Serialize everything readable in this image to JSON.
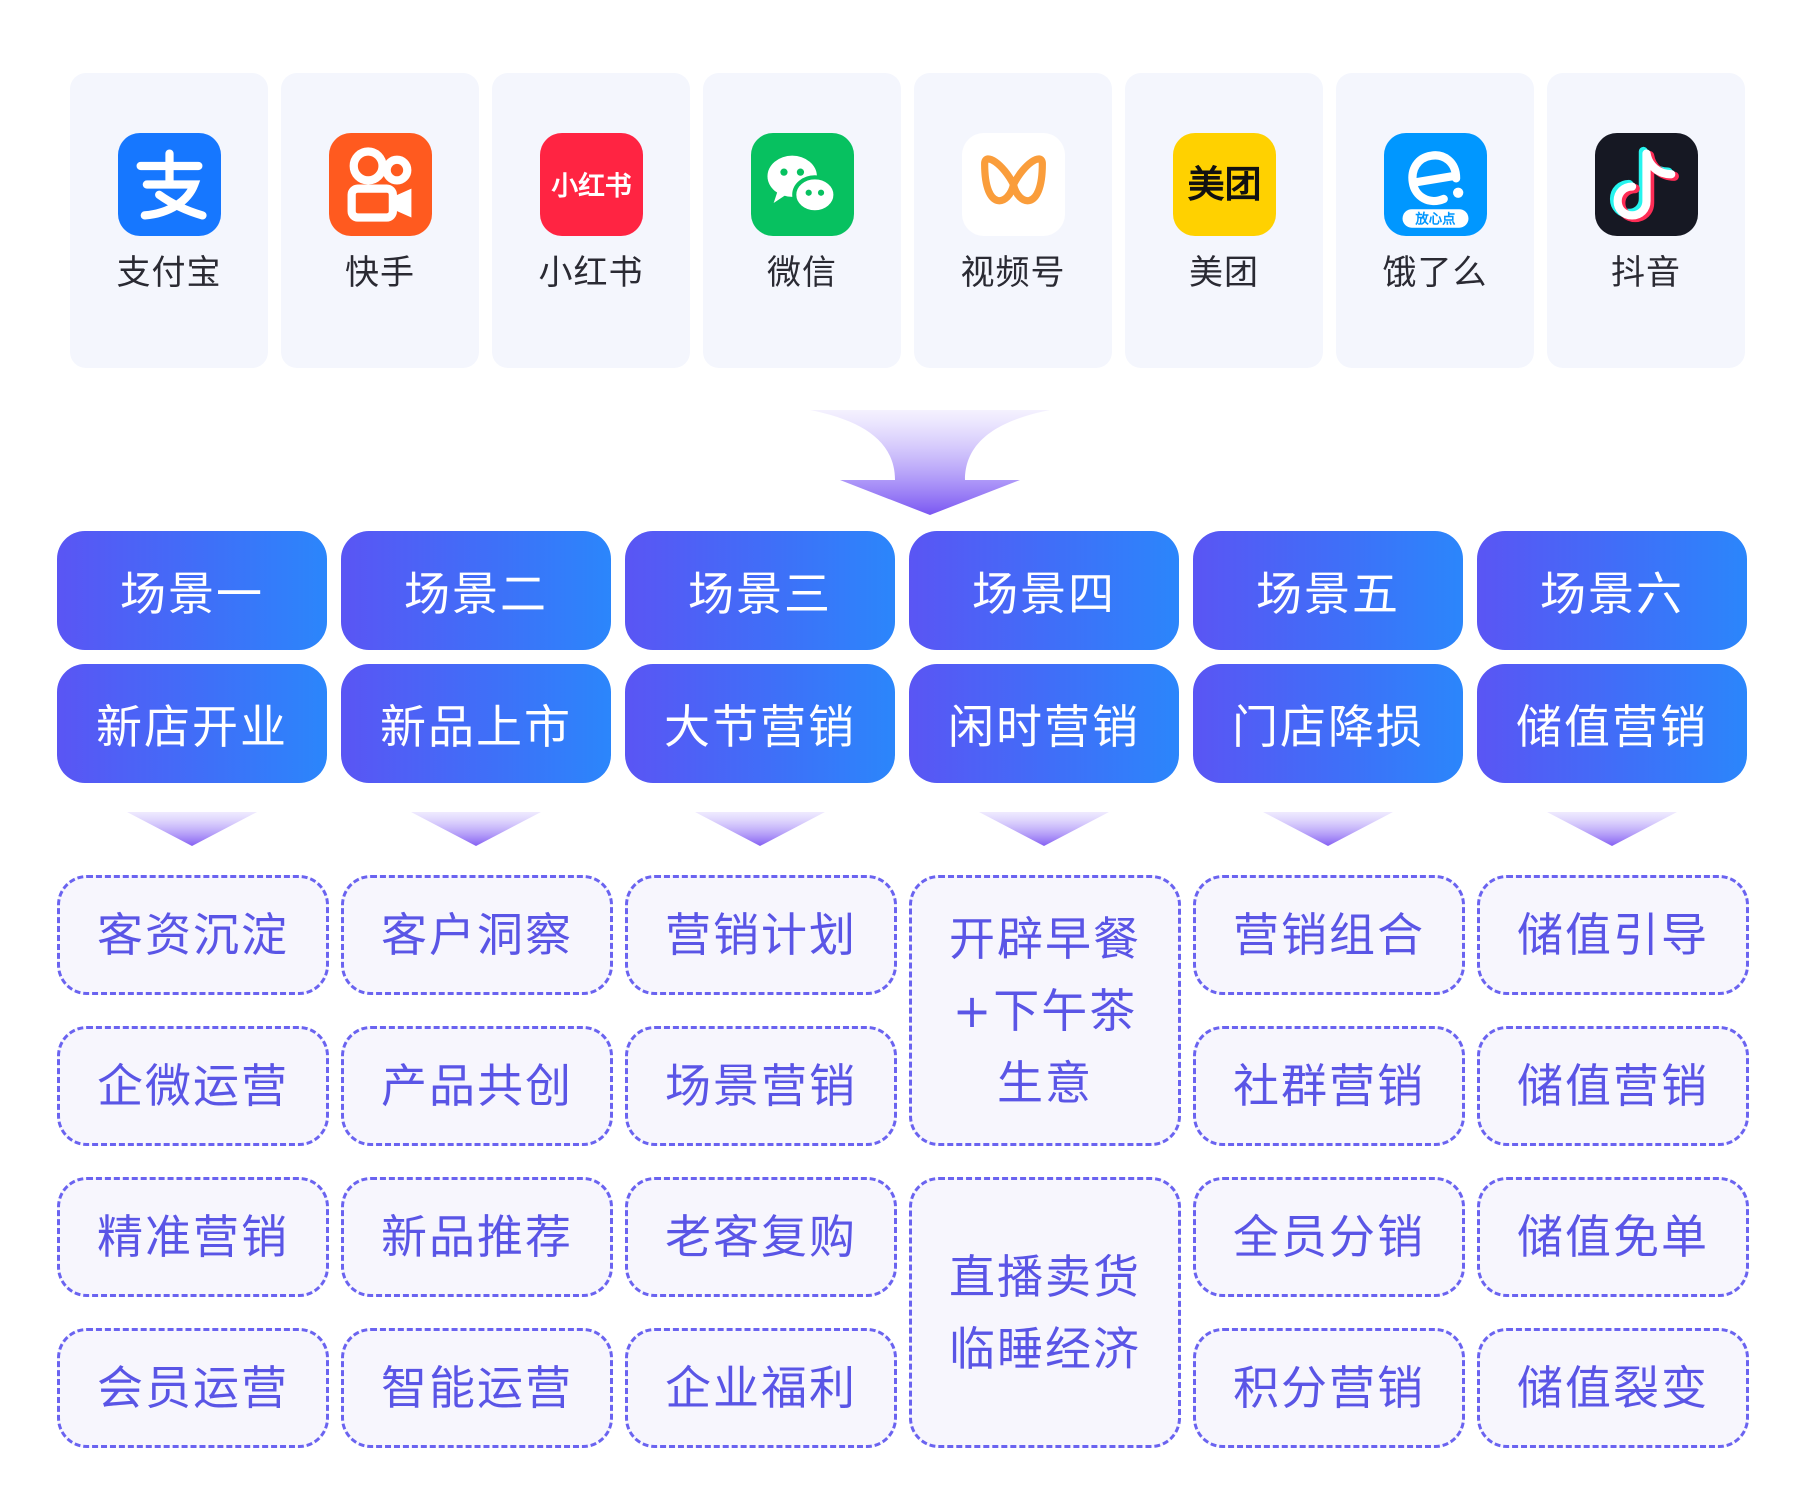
{
  "platforms": [
    {
      "name": "支付宝",
      "icon": "alipay-icon",
      "color": "#1677ff"
    },
    {
      "name": "快手",
      "icon": "kuaishou-icon",
      "color": "#ff5a1f"
    },
    {
      "name": "小红书",
      "icon": "xiaohongshu-icon",
      "color": "#ff2442",
      "icon_text": "小红书"
    },
    {
      "name": "微信",
      "icon": "wechat-icon",
      "color": "#07c160"
    },
    {
      "name": "视频号",
      "icon": "channels-icon",
      "color": "#fa9d3b"
    },
    {
      "name": "美团",
      "icon": "meituan-icon",
      "color": "#ffd100",
      "icon_text": "美团"
    },
    {
      "name": "饿了么",
      "icon": "eleme-icon",
      "color": "#0097ff",
      "icon_text": "放心点"
    },
    {
      "name": "抖音",
      "icon": "douyin-icon",
      "color": "#161823"
    }
  ],
  "scenes": [
    {
      "title": "场景一",
      "name": "新店开业"
    },
    {
      "title": "场景二",
      "name": "新品上市"
    },
    {
      "title": "场景三",
      "name": "大节营销"
    },
    {
      "title": "场景四",
      "name": "闲时营销"
    },
    {
      "title": "场景五",
      "name": "门店降损"
    },
    {
      "title": "场景六",
      "name": "储值营销"
    }
  ],
  "tags": {
    "col1": [
      "客资沉淀",
      "企微运营",
      "精准营销",
      "会员运营"
    ],
    "col2": [
      "客户洞察",
      "产品共创",
      "新品推荐",
      "智能运营"
    ],
    "col3": [
      "营销计划",
      "场景营销",
      "老客复购",
      "企业福利"
    ],
    "col4": [
      {
        "lines": [
          "开辟早餐",
          "+下午茶",
          "生意"
        ]
      },
      {
        "lines": [
          "直播卖货",
          "临睡经济"
        ]
      }
    ],
    "col5": [
      "营销组合",
      "社群营销",
      "全员分销",
      "积分营销"
    ],
    "col6": [
      "储值引导",
      "储值营销",
      "储值免单",
      "储值裂变"
    ]
  },
  "colors": {
    "card_bg": "#f4f6fd",
    "scene_gradient_start": "#5a55f4",
    "scene_gradient_end": "#2b86fb",
    "tag_border": "#6a63f0",
    "tag_text": "#5a55e6",
    "arrow": "#8b6cf5"
  }
}
